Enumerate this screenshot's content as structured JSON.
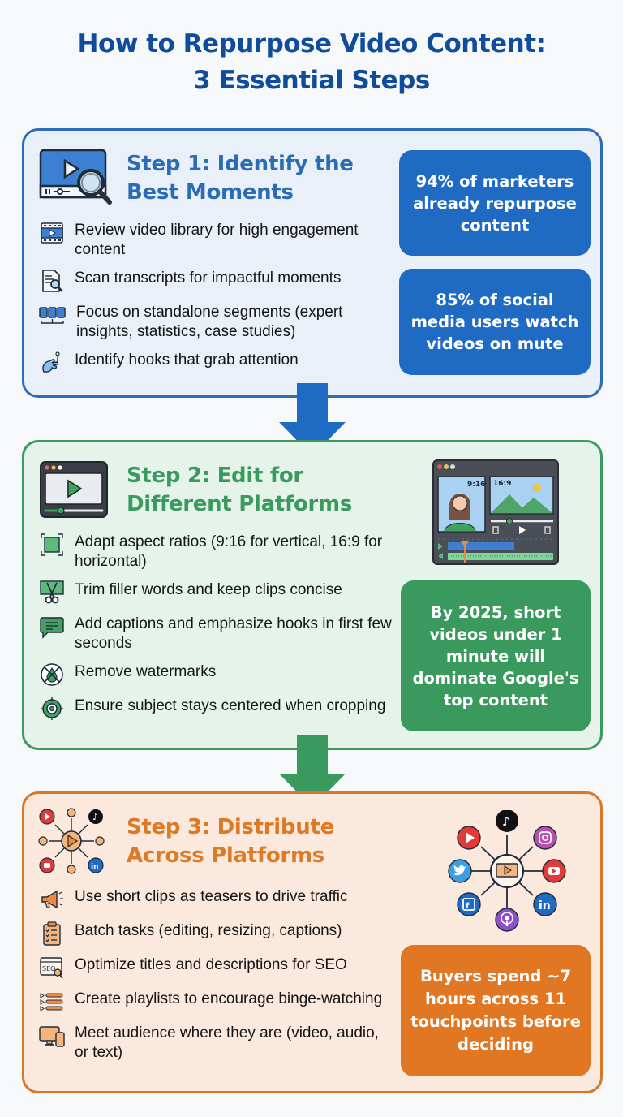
{
  "title": {
    "line1": "How to Repurpose Video Content:",
    "line2": "3 Essential Steps"
  },
  "colors": {
    "title": "#0f4c9c",
    "step1": "#2b6cb5",
    "step2": "#3b9a5e",
    "step3": "#de7a25",
    "step1_bg": "#e9f0f8",
    "step2_bg": "#e6f3ea",
    "step3_bg": "#fbe9dd"
  },
  "steps": [
    {
      "title_line1": "Step 1: Identify the",
      "title_line2": "Best Moments",
      "icon": "video-search-icon",
      "items": [
        {
          "icon": "film-strip-icon",
          "text": "Review video library for high engagement content"
        },
        {
          "icon": "transcript-search-icon",
          "text": "Scan transcripts for impactful moments"
        },
        {
          "icon": "segments-icon",
          "text": "Focus on standalone segments (expert insights, statistics, case studies)"
        },
        {
          "icon": "hook-hand-icon",
          "text": "Identify hooks that grab attention"
        }
      ],
      "stats": [
        "94% of marketers already repurpose content",
        "85% of social media users watch videos on mute"
      ]
    },
    {
      "title_line1": "Step 2: Edit for",
      "title_line2": "Different Platforms",
      "icon": "video-player-icon",
      "illustration_labels": {
        "vertical": "9:16",
        "horizontal": "16:9"
      },
      "items": [
        {
          "icon": "aspect-ratio-icon",
          "text": "Adapt aspect ratios (9:16 for vertical, 16:9 for horizontal)"
        },
        {
          "icon": "scissors-film-icon",
          "text": "Trim filler words and keep clips concise"
        },
        {
          "icon": "caption-bubble-icon",
          "text": "Add captions and emphasize hooks in first few seconds"
        },
        {
          "icon": "no-watermark-icon",
          "text": "Remove watermarks"
        },
        {
          "icon": "target-icon",
          "text": "Ensure subject stays centered when cropping"
        }
      ],
      "stats": [
        "By 2025, short videos under 1 minute will dominate Google's top content"
      ]
    },
    {
      "title_line1": "Step 3: Distribute",
      "title_line2": "Across Platforms",
      "icon": "distribution-network-icon",
      "items": [
        {
          "icon": "megaphone-icon",
          "text": "Use short clips as teasers to drive traffic"
        },
        {
          "icon": "clipboard-checklist-icon",
          "text": "Batch tasks (editing, resizing, captions)"
        },
        {
          "icon": "seo-search-icon",
          "text": "Optimize titles and descriptions for SEO"
        },
        {
          "icon": "playlist-icon",
          "text": "Create playlists to encourage binge-watching"
        },
        {
          "icon": "devices-icon",
          "text": "Meet audience where they are (video, audio, or text)"
        }
      ],
      "stats": [
        "Buyers spend ~7 hours across 11 touchpoints before deciding"
      ]
    }
  ]
}
